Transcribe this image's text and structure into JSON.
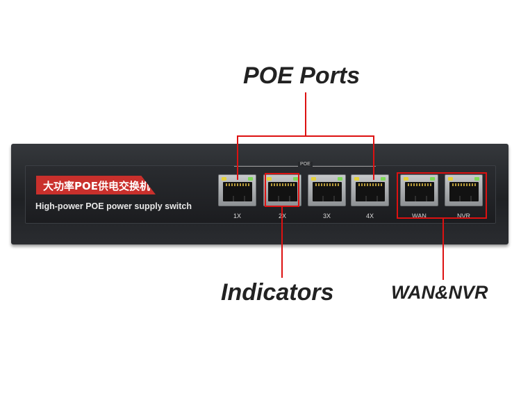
{
  "callouts": {
    "poe_ports": "POE Ports",
    "indicators": "Indicators",
    "wan_nvr": "WAN&NVR"
  },
  "device": {
    "chinese_label": "大功率POE供电交换机",
    "english_label": "High-power POE power supply switch",
    "poe_group_label": "POE",
    "ports": [
      {
        "label": "1X"
      },
      {
        "label": "2X"
      },
      {
        "label": "3X"
      },
      {
        "label": "4X"
      },
      {
        "label": "WAN"
      },
      {
        "label": "NVR"
      }
    ]
  },
  "colors": {
    "annotation": "#dd1111",
    "label_band": "#c9302c",
    "led_yellow": "#e5d23a",
    "led_green": "#7ed957"
  }
}
